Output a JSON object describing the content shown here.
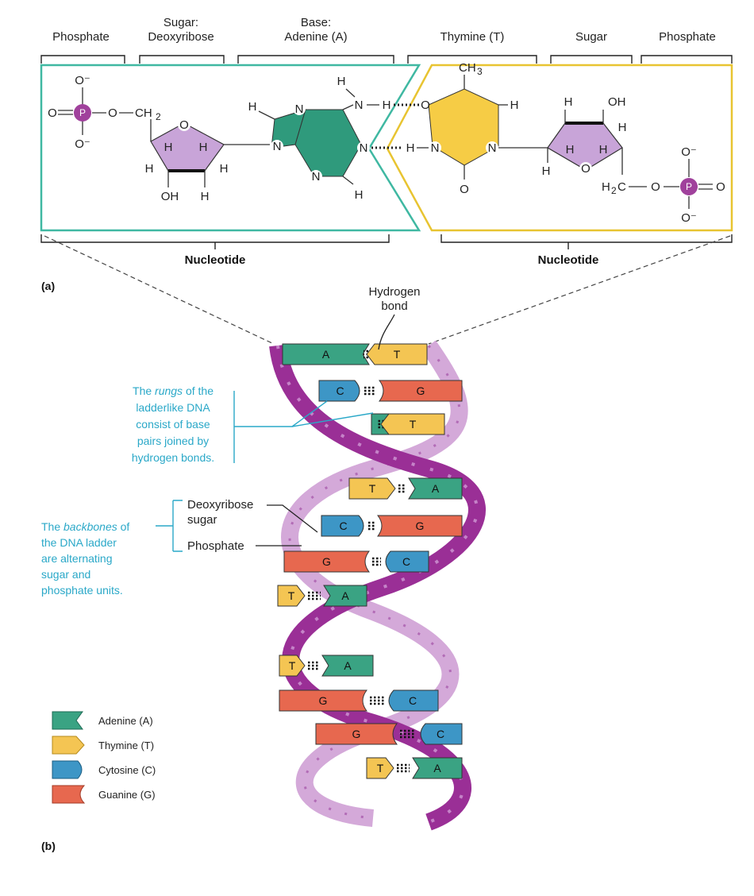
{
  "panel_a": {
    "label": "(a)",
    "top_brackets": [
      "Phosphate",
      "Sugar:",
      "Deoxyribose",
      "Base:",
      "Adenine (A)",
      "Thymine (T)",
      "Sugar",
      "Phosphate"
    ],
    "nucleotide_left": "Nucleotide",
    "nucleotide_right": "Nucleotide",
    "atoms": {
      "o_minus": "O⁻",
      "p": "P",
      "o": "O",
      "ch2": "CH",
      "h": "H",
      "oh": "OH",
      "n": "N",
      "ch3": "CH",
      "h2c": "H",
      "c_sub": "C",
      "two": "2",
      "three": "3"
    },
    "colors": {
      "adenine": "#2f9a7c",
      "thymine": "#f6cc45",
      "sugar": "#c8a4d8",
      "phosphate": "#a0419c",
      "left_frame": "#3fb8a2",
      "right_frame": "#e8c431"
    }
  },
  "panel_b": {
    "label": "(b)",
    "hydrogen_bond": [
      "Hydrogen",
      "bond"
    ],
    "rungs_caption": [
      "The ",
      "rungs",
      " of the",
      "ladderlike DNA",
      "consist of base",
      "pairs joined by",
      "hydrogen bonds."
    ],
    "backbone_caption": [
      "The ",
      "backbones",
      " of",
      "the DNA ladder",
      "are alternating",
      "sugar and",
      "phosphate units."
    ],
    "deoxyribose_label": [
      "Deoxyribose",
      "sugar"
    ],
    "phosphate_label": "Phosphate",
    "base_pairs": [
      {
        "left": "A",
        "right": "T"
      },
      {
        "left": "C",
        "right": "G"
      },
      {
        "left": "A",
        "right": "T"
      },
      {
        "left": "T",
        "right": "A"
      },
      {
        "left": "C",
        "right": "G"
      },
      {
        "left": "G",
        "right": "C"
      },
      {
        "left": "T",
        "right": "A"
      },
      {
        "left": "T",
        "right": "A"
      },
      {
        "left": "G",
        "right": "C"
      },
      {
        "left": "G",
        "right": "C"
      },
      {
        "left": "T",
        "right": "A"
      }
    ],
    "legend": [
      {
        "name": "Adenine (A)",
        "color": "#3aa383"
      },
      {
        "name": "Thymine (T)",
        "color": "#f4c553"
      },
      {
        "name": "Cytosine (C)",
        "color": "#3d96c6"
      },
      {
        "name": "Guanine (G)",
        "color": "#e7684f"
      }
    ]
  }
}
